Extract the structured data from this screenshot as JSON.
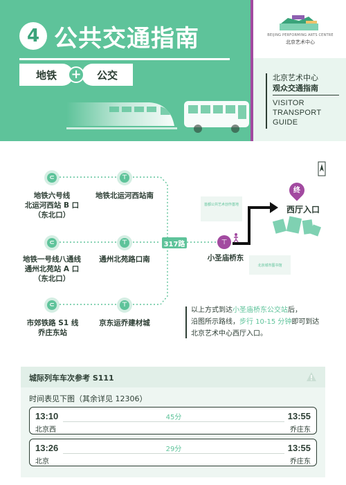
{
  "header": {
    "number": "4",
    "title": "公共交通指南",
    "pill_left": "地铁",
    "pill_plus": "+",
    "pill_right": "公交"
  },
  "brand": {
    "logo_en": "BEIJING PERFORMING ARTS CENTRE",
    "logo_cn": "北京艺术中心",
    "guide_cn_1": "北京艺术中心",
    "guide_cn_2": "观众交通指南",
    "guide_en_1": "VISITOR",
    "guide_en_2": "TRANSPORT",
    "guide_en_3": "GUIDE"
  },
  "map": {
    "stations_left": [
      {
        "lines": [
          "地铁六号线",
          "北运河西站 B 口",
          "（东北口）"
        ]
      },
      {
        "lines": [
          "地铁一号线八通线",
          "通州北苑站 A 口",
          "（东北口）"
        ]
      },
      {
        "lines": [
          "市郊铁路 S1 线",
          "乔庄东站"
        ]
      }
    ],
    "stations_mid": [
      "地铁北运河西站南",
      "通州北苑路口南",
      "京东运乔建材城"
    ],
    "route": "317路",
    "destination_stop": "小圣庙桥东",
    "end_marker": "终",
    "destination": "西厅入口",
    "landmark_1": "首都公共艺术创作基地",
    "landmark_2": "北京城市图书馆",
    "note_parts": [
      "以上方式到达",
      "小圣庙桥东公交站",
      "后，",
      "沿图所示路线，",
      "步行 10-15 分钟",
      "即可到达",
      "北京艺术中心西厅入口。"
    ]
  },
  "timetable": {
    "title": "城际列车车次参考 S111",
    "subtitle": "时间表见下图（其余详见 12306）",
    "rows": [
      {
        "depart": "13:10",
        "arrive": "13:55",
        "duration": "45分",
        "from": "北京西",
        "to": "乔庄东"
      },
      {
        "depart": "13:26",
        "arrive": "13:55",
        "duration": "29分",
        "from": "北京",
        "to": "乔庄东"
      }
    ]
  },
  "colors": {
    "brand_green": "#5ec39a",
    "accent_purple": "#a24aa0",
    "dark": "#2d3e34"
  }
}
